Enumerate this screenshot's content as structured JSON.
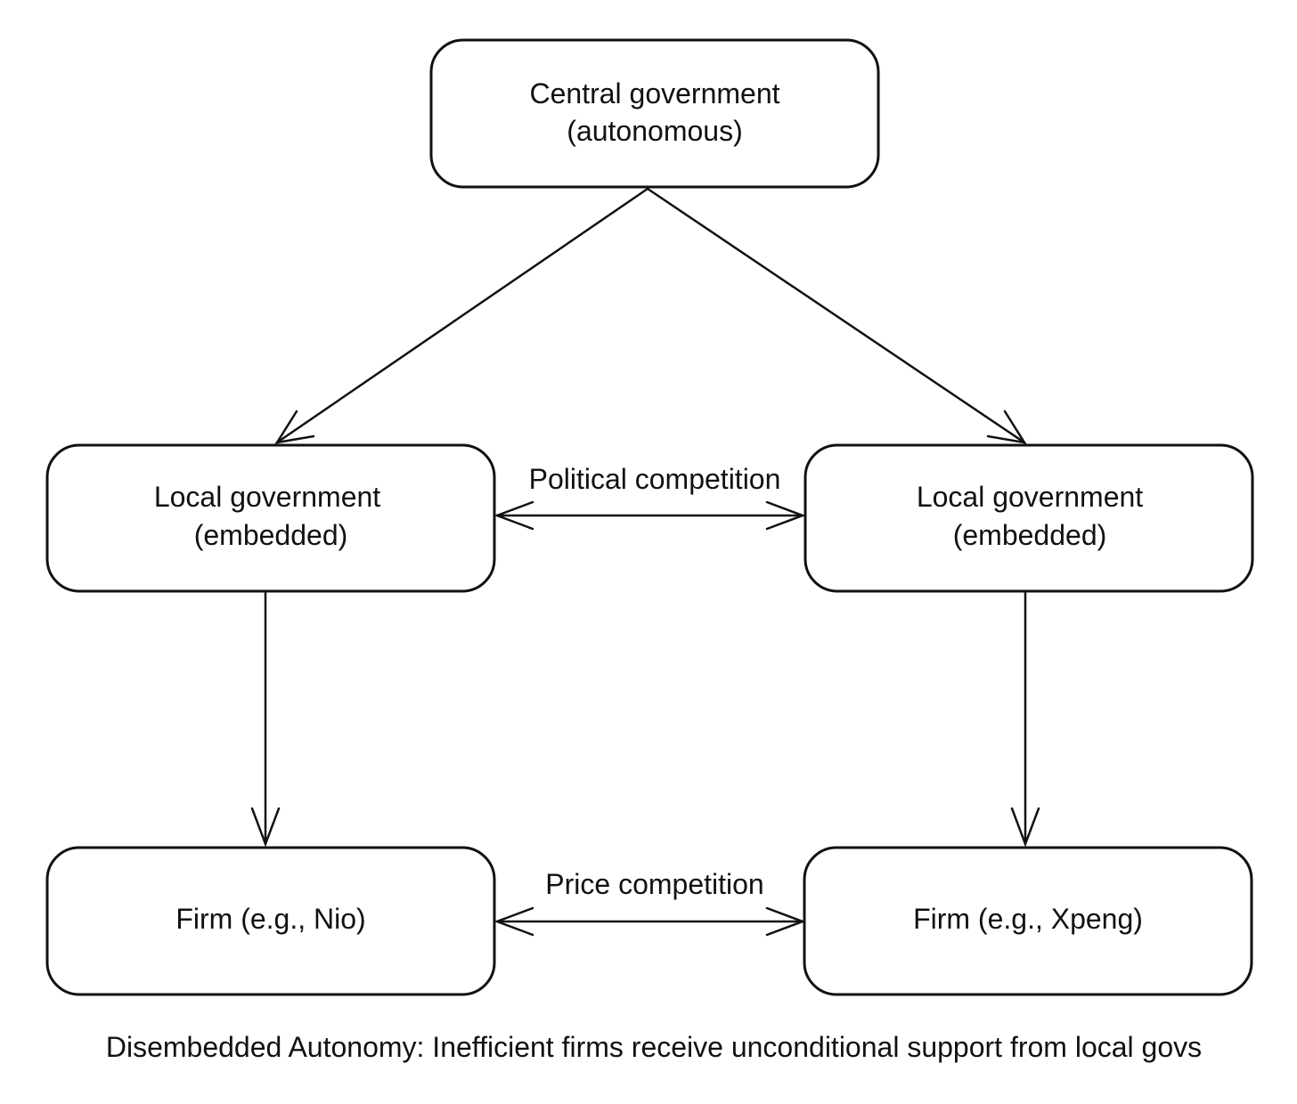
{
  "nodes": {
    "central": {
      "line1": "Central government",
      "line2": "(autonomous)"
    },
    "local_left": {
      "line1": "Local government",
      "line2": "(embedded)"
    },
    "local_right": {
      "line1": "Local government",
      "line2": "(embedded)"
    },
    "firm_left": {
      "line1": "Firm (e.g., Nio)"
    },
    "firm_right": {
      "line1": "Firm (e.g., Xpeng)"
    }
  },
  "edges": {
    "political": {
      "label": "Political competition"
    },
    "price": {
      "label": "Price competition"
    }
  },
  "caption": "Disembedded Autonomy: Inefficient firms receive unconditional support from local govs"
}
